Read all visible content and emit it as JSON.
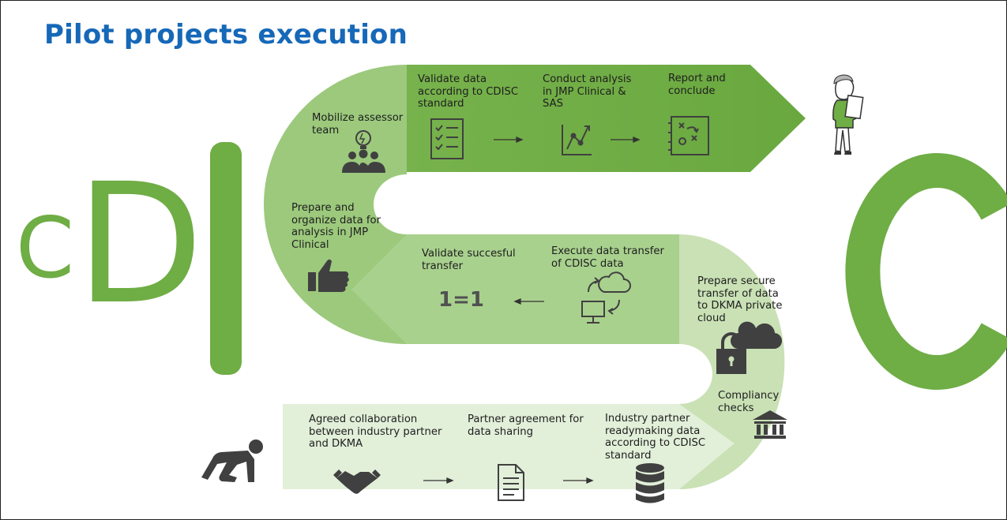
{
  "title": "Pilot projects execution",
  "logo": {
    "text": "CDISC"
  },
  "top_band": {
    "steps": [
      {
        "label": "Mobilize assessor\nteam",
        "icon": "idea-team-icon"
      },
      {
        "label": "Validate data\naccording to CDISC\nstandard",
        "icon": "checklist-icon"
      },
      {
        "label": "Conduct analysis\nin JMP Clinical &\nSAS",
        "icon": "line-chart-icon"
      },
      {
        "label": "Report and\nconclude",
        "icon": "strategy-board-icon"
      }
    ]
  },
  "middle_band": {
    "steps": [
      {
        "label": "Prepare and\norganize data for\nanalysis in JMP\nClinical",
        "icon": "thumbs-up-icon"
      },
      {
        "label": "Validate succesful\ntransfer",
        "icon": "equals-icon",
        "text": "1=1"
      },
      {
        "label": "Execute data transfer\nof CDISC data",
        "icon": "cloud-sync-icon"
      }
    ]
  },
  "right_curve": {
    "steps": [
      {
        "label": "Prepare secure\ntransfer of data\nto DKMA private\ncloud",
        "icon": "secure-cloud-icon"
      },
      {
        "label": "Compliancy\nchecks",
        "icon": "institution-icon"
      }
    ]
  },
  "bottom_band": {
    "steps": [
      {
        "label": "Agreed collaboration\nbetween industry partner\nand DKMA",
        "icon": "handshake-icon"
      },
      {
        "label": "Partner agreement for\ndata sharing",
        "icon": "document-icon"
      },
      {
        "label": "Industry partner\nreadymaking data\naccording to CDISC\nstandard",
        "icon": "database-icon"
      }
    ]
  },
  "figures": {
    "start": "runner-start-icon",
    "end": "person-with-report-icon"
  },
  "colors": {
    "title": "#1668b8",
    "dark_green": "#6fad45",
    "mid_green": "#a9d18e",
    "light_green": "#e2efd9",
    "icon_gray": "#404040"
  }
}
